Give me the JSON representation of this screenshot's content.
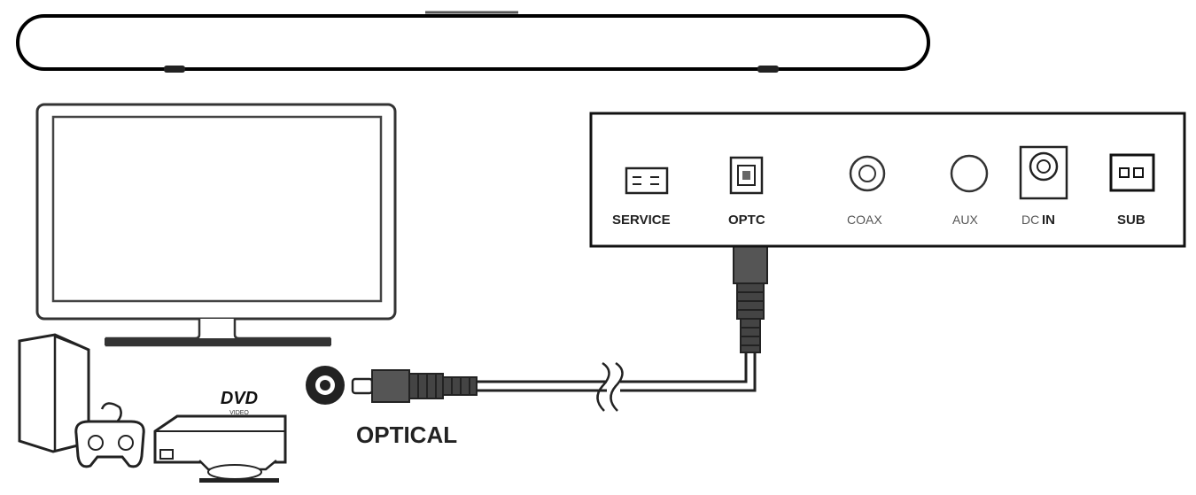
{
  "panel": {
    "ports": {
      "service": "SERVICE",
      "optical": "OPTC",
      "coaxial": "COAX",
      "aux": "AUX",
      "dc_in_prefix": "DC",
      "dc_in_suffix": "IN",
      "sub": "SUB"
    }
  },
  "tv_side": {
    "optical_label": "OPTICAL"
  },
  "dvd_logo": {
    "text": "DVD",
    "subtext": "VIDEO"
  }
}
